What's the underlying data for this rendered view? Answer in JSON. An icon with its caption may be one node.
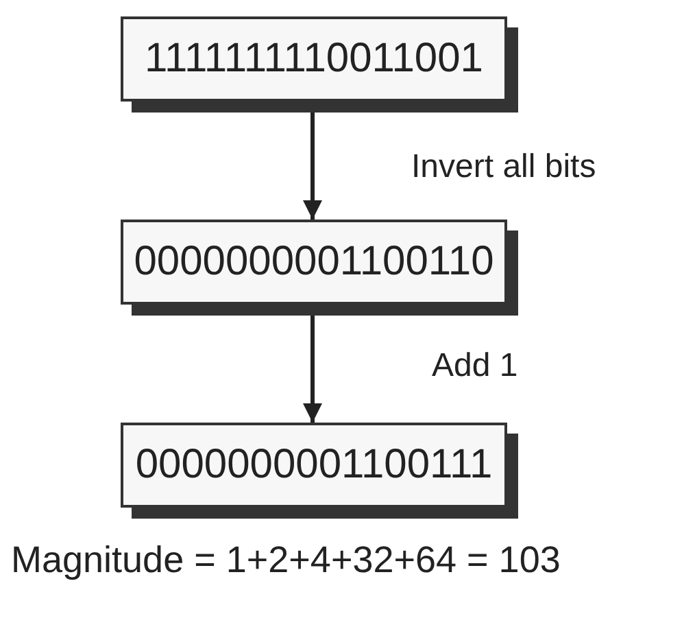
{
  "diagram": {
    "nodes": [
      {
        "text": [
          "1111111110011001"
        ]
      },
      {
        "text": [
          "0000000001100110"
        ]
      },
      {
        "text": [
          "0000000001100111"
        ]
      }
    ],
    "edges": [
      {
        "from": 0,
        "to": 1,
        "arrow": "to",
        "label": "Invert all bits"
      },
      {
        "from": 1,
        "to": 2,
        "arrow": "to",
        "label": "Add 1"
      }
    ],
    "labels": [
      "Magnitude = 1+2+4+32+64 = 103"
    ]
  }
}
